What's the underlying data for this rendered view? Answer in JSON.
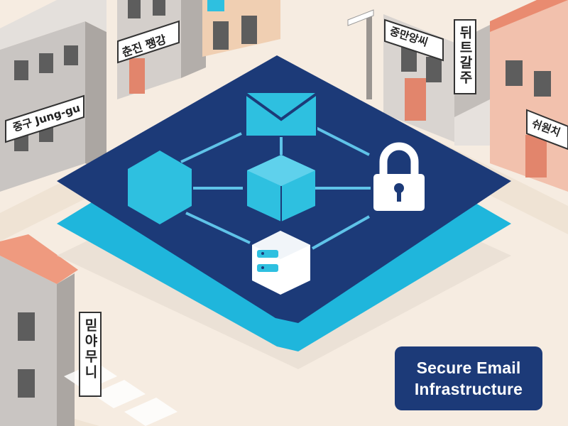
{
  "signs": {
    "district": "중구 Jung-gu",
    "shop_top": "춘진 쨍강",
    "shop_right_horizontal": "중만앙씨",
    "shop_right_vertical": "뒤트갈주",
    "shop_right_lower": "쉬원치",
    "shop_left_vertical": "믿야무니"
  },
  "badge": {
    "line1": "Secure Email",
    "line2": "Infrastructure"
  },
  "colors": {
    "background": "#f6ece1",
    "platform": "#1c3a78",
    "platform_shadow": "#1fb6dc",
    "node": "#2ec0e0",
    "connector": "#5fc3e8",
    "badge": "#1c3a78",
    "badge_text": "#ffffff"
  },
  "icons": {
    "email": "envelope-icon",
    "node": "hexagon-node-icon",
    "box": "package-box-icon",
    "security": "padlock-icon",
    "storage": "server-icon"
  }
}
